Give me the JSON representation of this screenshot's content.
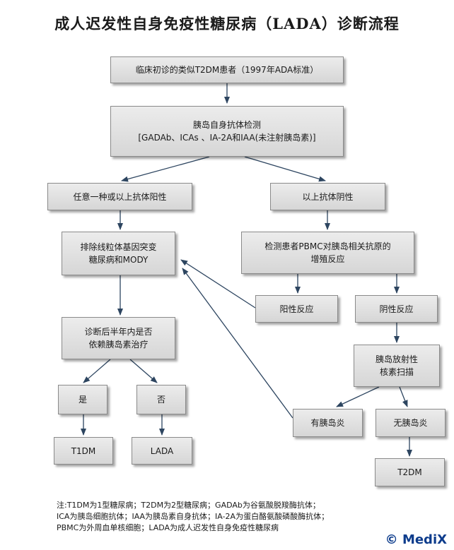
{
  "title": "成人迟发性自身免疫性糖尿病（LADA）诊断流程",
  "nodes": {
    "start": "临床初诊的类似T2DM患者（1997年ADA标准）",
    "antibody_test": [
      "胰岛自身抗体检测",
      "[GADAb、ICAs 、IA-2A和IAA(未注射胰岛素)]"
    ],
    "antibody_positive": "任意一种或以上抗体阳性",
    "antibody_negative": "以上抗体阴性",
    "exclude": [
      "排除线粒体基因突变",
      "糖尿病和MODY"
    ],
    "pbmc": [
      "检测患者PBMC对胰岛相关抗原的",
      "增殖反应"
    ],
    "pbmc_positive": "阳性反应",
    "pbmc_negative": "阴性反应",
    "insulin_q": [
      "诊断后半年内是否",
      "依赖胰岛素治疗"
    ],
    "scan": [
      "胰岛放射性",
      "核素扫描"
    ],
    "yes": "是",
    "no": "否",
    "insulitis": "有胰岛炎",
    "no_insulitis": "无胰岛炎",
    "t1dm": "T1DM",
    "lada": "LADA",
    "t2dm": "T2DM"
  },
  "note": [
    "注:T1DM为1型糖尿病；T2DM为2型糖尿病；GADAb为谷氨酸脱羧酶抗体；",
    "ICA为胰岛细胞抗体；IAA为胰岛素自身抗体；IA-2A为蛋白酪氨酸磷酸酶抗体；",
    "PBMC为外周血单核细胞；LADA为成人迟发性自身免疫性糖尿病"
  ],
  "logo": "© MediX",
  "colors": {
    "edge": "#2d4560",
    "box_top": "#ececec",
    "box_bottom": "#d6d6d6"
  }
}
